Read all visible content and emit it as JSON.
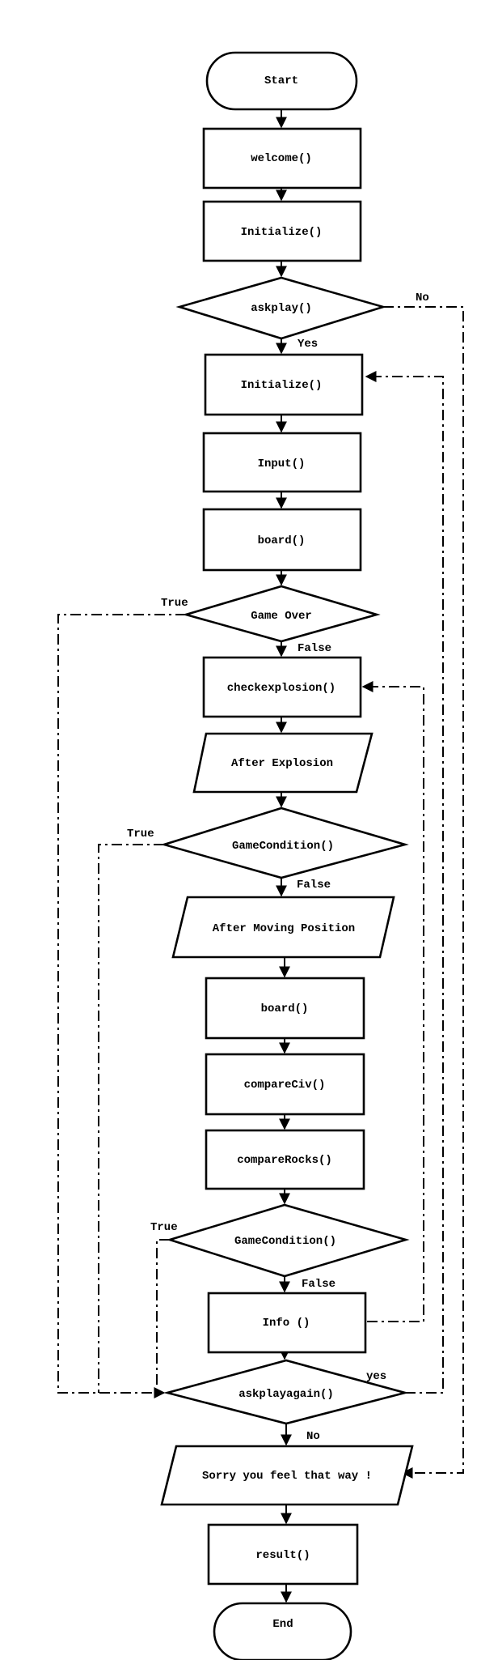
{
  "nodes": {
    "start": "Start",
    "welcome": "welcome()",
    "initialize_1": "Initialize()",
    "askplay": "askplay()",
    "initialize_2": "Initialize()",
    "input": "Input()",
    "board_1": "board()",
    "game_over": "Game Over",
    "checkexplosion": "checkexplosion()",
    "after_explosion": "After Explosion",
    "game_condition_1": "GameCondition()",
    "after_moving_position": "After Moving Position",
    "board_2": "board()",
    "compare_civ": "compareCiv()",
    "compare_rocks": "compareRocks()",
    "game_condition_2": "GameCondition()",
    "info": "Info ()",
    "askplayagain": "askplayagain()",
    "sorry": "Sorry you feel that way !",
    "result": "result()",
    "end": "End"
  },
  "edge_labels": {
    "askplay_no": "No",
    "askplay_yes": "Yes",
    "game_over_true": "True",
    "game_over_false": "False",
    "game_condition_1_true": "True",
    "game_condition_1_false": "False",
    "game_condition_2_true": "True",
    "game_condition_2_false": "False",
    "askplayagain_yes": "yes",
    "askplayagain_no": "No"
  }
}
